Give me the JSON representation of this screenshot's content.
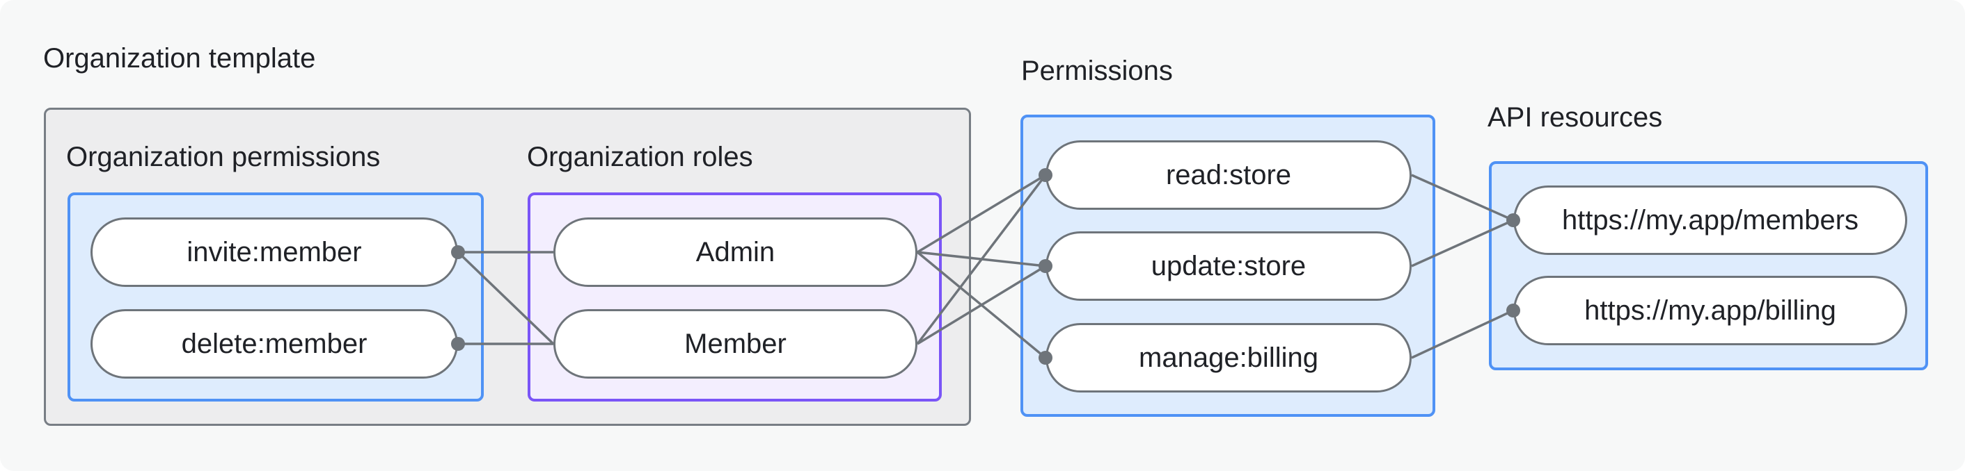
{
  "diagram_title": "Organization template",
  "sections": {
    "org_template": {
      "label": "Organization template"
    },
    "org_permissions": {
      "label": "Organization permissions",
      "nodes": [
        {
          "id": "invite",
          "label": "invite:member"
        },
        {
          "id": "delete",
          "label": "delete:member"
        }
      ]
    },
    "org_roles": {
      "label": "Organization roles",
      "nodes": [
        {
          "id": "admin",
          "label": "Admin"
        },
        {
          "id": "member",
          "label": "Member"
        }
      ]
    },
    "permissions": {
      "label": "Permissions",
      "nodes": [
        {
          "id": "read",
          "label": "read:store"
        },
        {
          "id": "update",
          "label": "update:store"
        },
        {
          "id": "manage",
          "label": "manage:billing"
        }
      ]
    },
    "api_resources": {
      "label": "API resources",
      "nodes": [
        {
          "id": "members",
          "label": "https://my.app/members"
        },
        {
          "id": "billing",
          "label": "https://my.app/billing"
        }
      ]
    }
  },
  "edges": [
    {
      "from": "invite",
      "to": "admin"
    },
    {
      "from": "invite",
      "to": "member"
    },
    {
      "from": "delete",
      "to": "member"
    },
    {
      "from": "admin",
      "to": "read"
    },
    {
      "from": "admin",
      "to": "update"
    },
    {
      "from": "admin",
      "to": "manage"
    },
    {
      "from": "member",
      "to": "read"
    },
    {
      "from": "member",
      "to": "update"
    },
    {
      "from": "read",
      "to": "members"
    },
    {
      "from": "update",
      "to": "members"
    },
    {
      "from": "manage",
      "to": "billing"
    }
  ],
  "colors": {
    "page_bg": "#f7f8f8",
    "gray_panel_fill": "#ededee",
    "gray_panel_border": "#787e85",
    "blue_panel_fill": "#deecfd",
    "blue_panel_border": "#4f92f5",
    "purple_panel_fill": "#f3eefe",
    "purple_panel_border": "#7a55f7",
    "pill_border": "#6e747a",
    "connector": "#6e747a",
    "text": "#1f2126"
  }
}
